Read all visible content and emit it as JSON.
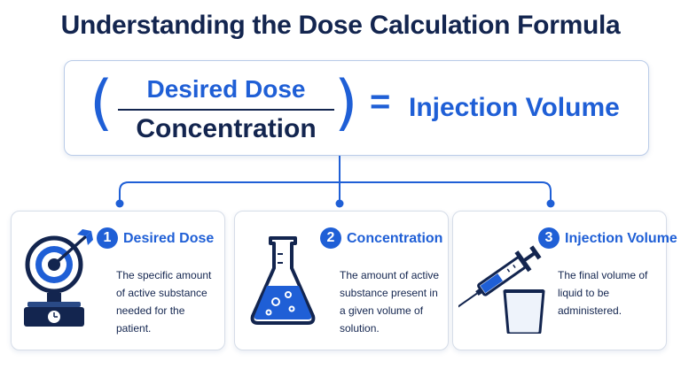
{
  "title": "Understanding the Dose Calculation Formula",
  "formula": {
    "numerator": "Desired Dose",
    "denominator": "Concentration",
    "equals": "=",
    "result": "Injection Volume",
    "paren_left": "(",
    "paren_right": ")"
  },
  "cards": [
    {
      "number": "1",
      "title": "Desired Dose",
      "description": "The specific amount of active substance needed for the patient.",
      "icon": "target-scale-icon"
    },
    {
      "number": "2",
      "title": "Concentration",
      "description": "The amount of active substance present in a given volume of solution.",
      "icon": "flask-icon"
    },
    {
      "number": "3",
      "title": "Injection Volume",
      "description": "The final volume of liquid to be administered.",
      "icon": "syringe-cup-icon"
    }
  ],
  "colors": {
    "accent": "#1f5fd6",
    "navy": "#13254f",
    "border": "#d6dde8"
  }
}
